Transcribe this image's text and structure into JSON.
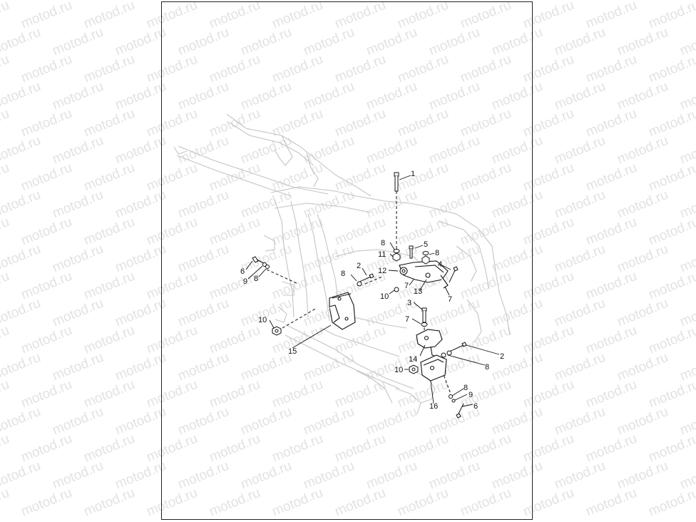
{
  "watermark": {
    "text": "motod.ru"
  },
  "callouts": [
    {
      "id": "c1",
      "text": "1"
    },
    {
      "id": "c2a",
      "text": "2"
    },
    {
      "id": "c2b",
      "text": "2"
    },
    {
      "id": "c3",
      "text": "3"
    },
    {
      "id": "c4",
      "text": "4"
    },
    {
      "id": "c5",
      "text": "5"
    },
    {
      "id": "c6a",
      "text": "6"
    },
    {
      "id": "c6b",
      "text": "6"
    },
    {
      "id": "c7a",
      "text": "7"
    },
    {
      "id": "c7b",
      "text": "7"
    },
    {
      "id": "c7c",
      "text": "7"
    },
    {
      "id": "c8a",
      "text": "8"
    },
    {
      "id": "c8b",
      "text": "8"
    },
    {
      "id": "c8c",
      "text": "8"
    },
    {
      "id": "c8d",
      "text": "8"
    },
    {
      "id": "c8e",
      "text": "8"
    },
    {
      "id": "c8f",
      "text": "8"
    },
    {
      "id": "c9a",
      "text": "9"
    },
    {
      "id": "c9b",
      "text": "9"
    },
    {
      "id": "c10a",
      "text": "10"
    },
    {
      "id": "c10b",
      "text": "10"
    },
    {
      "id": "c10c",
      "text": "10"
    },
    {
      "id": "c11",
      "text": "11"
    },
    {
      "id": "c12",
      "text": "12"
    },
    {
      "id": "c13",
      "text": "13"
    },
    {
      "id": "c14",
      "text": "14"
    },
    {
      "id": "c15",
      "text": "15"
    },
    {
      "id": "c16",
      "text": "16"
    }
  ],
  "colors": {
    "line": "#111111",
    "frame_ghost": "#bdbdbd",
    "watermark": "#e2e2e2"
  }
}
